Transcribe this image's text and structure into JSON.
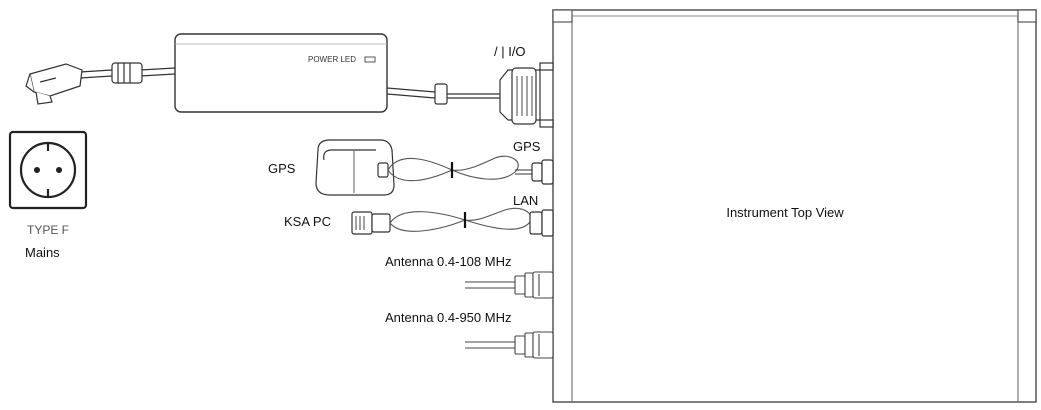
{
  "labels": {
    "mains_type": "TYPE F",
    "mains": "Mains",
    "power_led": "POWER LED",
    "io_port": "/ | I/O",
    "gps_port": "GPS",
    "gps_antenna": "GPS",
    "lan_port": "LAN",
    "ksa_pc": "KSA PC",
    "antenna_108": "Antenna 0.4-108 MHz",
    "antenna_950": "Antenna 0.4-950 MHz",
    "instrument": "Instrument Top View"
  },
  "colors": {
    "stroke": "#333333",
    "light_stroke": "#888888",
    "text": "#111111"
  }
}
